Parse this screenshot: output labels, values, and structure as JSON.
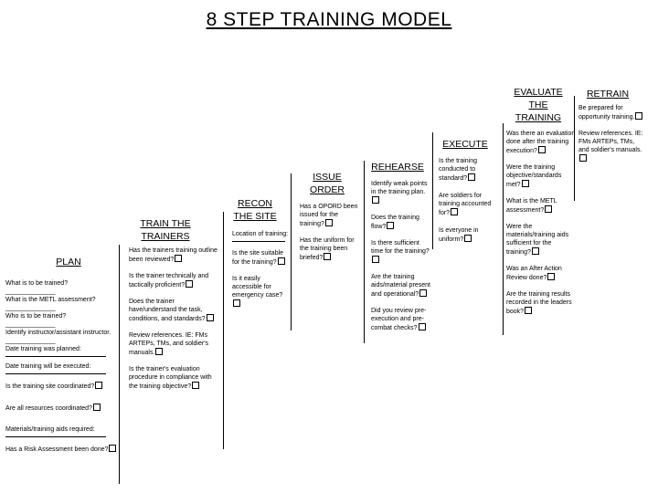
{
  "title": "8 STEP TRAINING MODEL",
  "steps": {
    "plan": {
      "title": "PLAN",
      "items": [
        "What is to be trained?",
        "______________",
        "What is the METL assessment?",
        "______________",
        "Who is to be trained?",
        "______________",
        "Identify instructor/assistant instructor.",
        "______________",
        "Date training was planned:",
        "Date training will be executed:",
        "Is the training site coordinated?",
        "Are all resources coordinated?",
        "Materials/training aids required:",
        "Has a Risk Assessment been done?"
      ]
    },
    "train": {
      "title_line1": "TRAIN THE",
      "title_line2": "TRAINERS",
      "items": [
        "Has the trainers training outline been reviewed?",
        "Is the trainer technically and tactically proficient?",
        "Does the trainer have/understand the task, conditions, and standards?",
        "Review references. IE: FMs ARTEPs, TMs, and soldier's manuals.",
        "Is the trainer's evaluation procedure in compliance with the training objective?"
      ]
    },
    "recon": {
      "title_line1": "RECON",
      "title_line2": "THE SITE",
      "items": [
        "Location of training:",
        "Is the site suitable for the training?",
        "Is it easily accessible for emergency case?"
      ]
    },
    "issue": {
      "title_line1": "ISSUE",
      "title_line2": "ORDER",
      "items": [
        "Has a OPORD been issued for the training?",
        "Has the uniform for the training been briefed?"
      ]
    },
    "rehearse": {
      "title": "REHEARSE",
      "items": [
        "Identify weak points in the training plan.",
        "Does the training flow?",
        "Is there sufficient time for the training?",
        "Are the training aids/material present and operational?",
        "Did you review pre-execution and pre-combat checks?"
      ]
    },
    "execute": {
      "title": "EXECUTE",
      "items": [
        "Is the training conducted to standard?",
        "Are soldiers for training accounted for?",
        "Is everyone in uniform?"
      ]
    },
    "evaluate": {
      "title_line1": "EVALUATE",
      "title_line2": "THE",
      "title_line3": "TRAINING",
      "items": [
        "Was there an evaluation done after the training execution?",
        "Were the training objective/standards met?",
        "What is the METL assessment?",
        "Were the materials/training aids sufficient for the training?",
        "Was an After Action Review done?",
        "Are the training results recorded in the leaders book?"
      ]
    },
    "retrain": {
      "title": "RETRAIN",
      "items": [
        "Be prepared for opportunity training.",
        "Review references. IE: FMs ARTEPs, TMs, and soldier's manuals."
      ]
    }
  }
}
